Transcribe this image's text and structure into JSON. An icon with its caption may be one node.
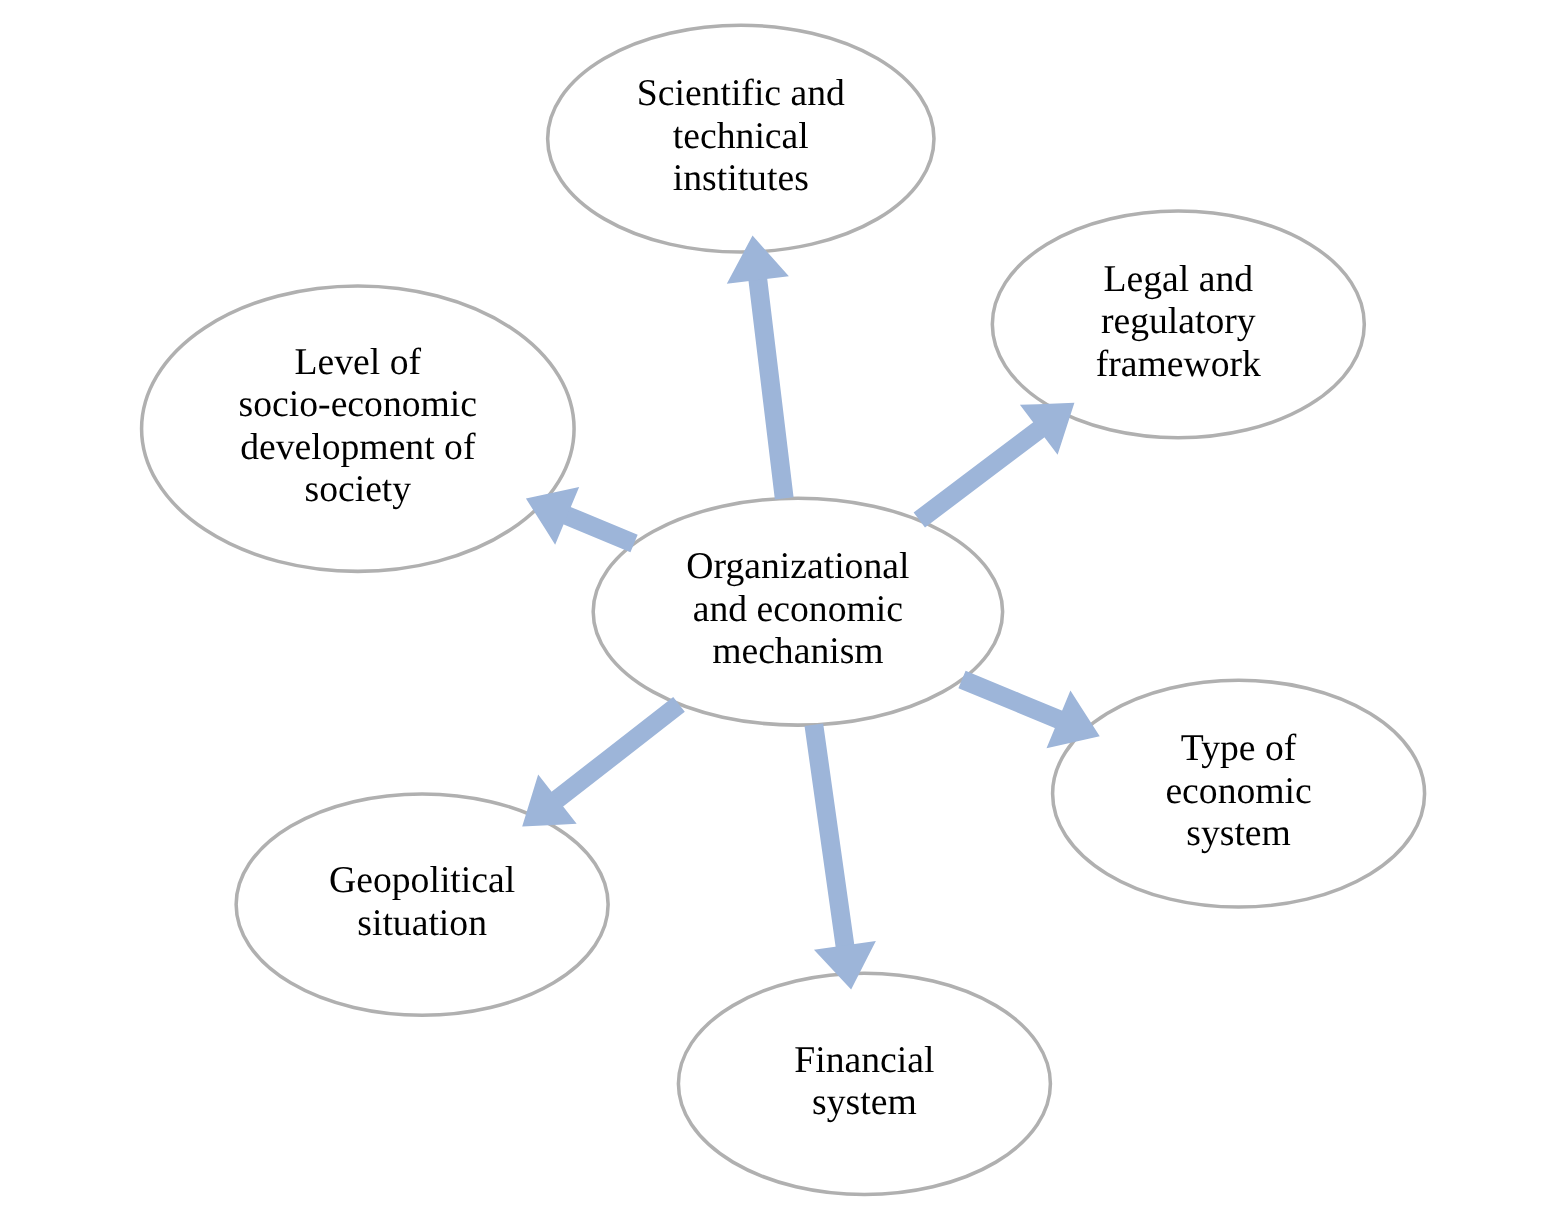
{
  "diagram": {
    "nodes": [
      {
        "text": [
          "Level of socio-economic development of society"
        ]
      },
      {
        "text": [
          "Type of economic system"
        ]
      },
      {
        "text": [
          "Financial system"
        ]
      },
      {
        "text": [
          "Organizational and economic mechanism"
        ]
      },
      {
        "text": [
          "Legal and regulatory framework"
        ]
      },
      {
        "text": [
          "Scientific and technical institutes"
        ]
      },
      {
        "text": [
          "Geopolitical situation"
        ]
      }
    ],
    "edges": [
      {
        "from": 3,
        "to": 0,
        "arrow": "to"
      },
      {
        "from": 3,
        "to": 2,
        "arrow": "to"
      },
      {
        "from": 3,
        "to": 5,
        "arrow": "to"
      },
      {
        "from": 3,
        "to": 6,
        "arrow": "to"
      },
      {
        "from": 3,
        "to": 4,
        "arrow": "to"
      },
      {
        "from": 3,
        "to": 1,
        "arrow": "to"
      }
    ]
  }
}
